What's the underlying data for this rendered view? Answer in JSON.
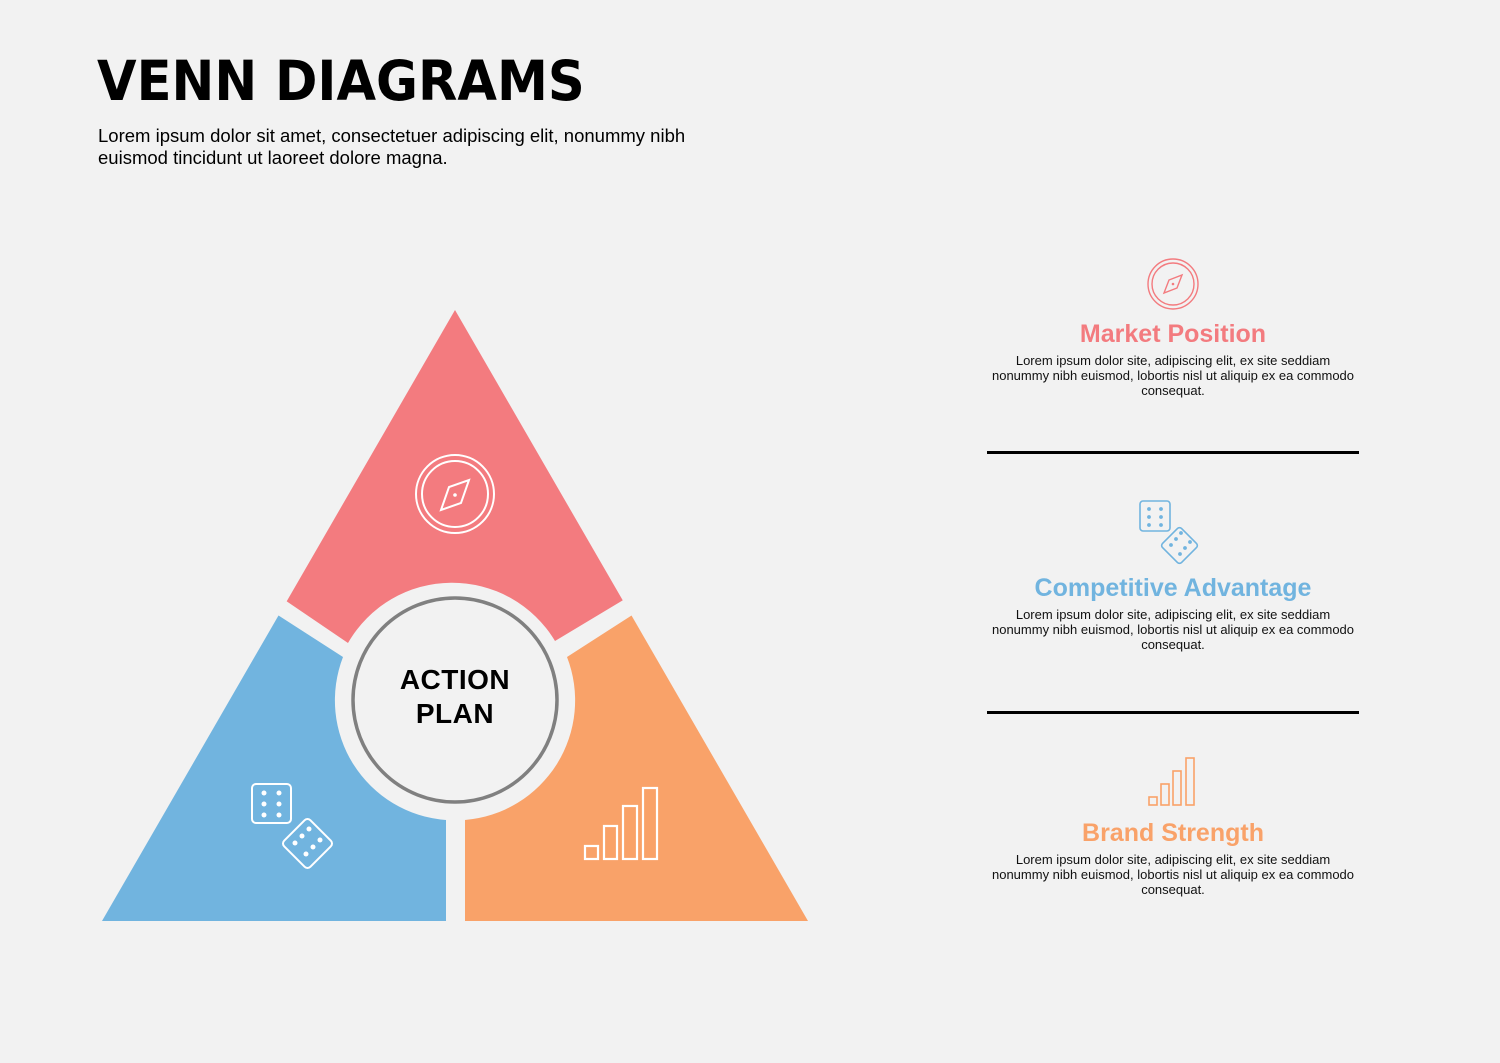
{
  "header": {
    "title": "VENN DIAGRAMS",
    "subtitle": "Lorem ipsum dolor sit amet, consectetuer adipiscing elit, nonummy nibh euismod tincidunt ut laoreet dolore magna."
  },
  "diagram": {
    "center_line1": "ACTION",
    "center_line2": "PLAN",
    "segments": [
      {
        "name": "Market Position",
        "icon": "compass-icon",
        "color": "#f37b7f"
      },
      {
        "name": "Competitive Advantage",
        "icon": "dice-icon",
        "color": "#71b4df"
      },
      {
        "name": "Brand Strength",
        "icon": "bar-chart-icon",
        "color": "#f9a269"
      }
    ]
  },
  "panels": [
    {
      "title": "Market Position",
      "icon": "compass-icon",
      "color": "#f37b7f",
      "body": "Lorem ipsum dolor site, adipiscing elit, ex site seddiam nonummy nibh euismod, lobortis nisl ut aliquip ex ea commodo consequat."
    },
    {
      "title": "Competitive Advantage",
      "icon": "dice-icon",
      "color": "#71b4df",
      "body": "Lorem ipsum dolor site, adipiscing elit, ex site seddiam nonummy nibh euismod, lobortis nisl ut aliquip ex ea commodo consequat."
    },
    {
      "title": "Brand Strength",
      "icon": "bar-chart-icon",
      "color": "#f9a269",
      "body": "Lorem ipsum dolor site, adipiscing elit, ex site seddiam nonummy nibh euismod, lobortis nisl ut aliquip ex ea commodo consequat."
    }
  ]
}
